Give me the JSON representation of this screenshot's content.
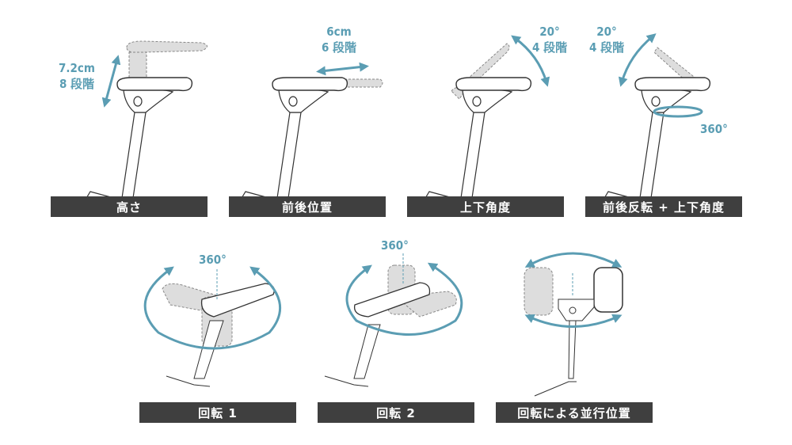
{
  "accent_color": "#5b9db3",
  "label_bar_color": "#3f3f3f",
  "panels": [
    {
      "label": "高さ",
      "notes": [
        "7.2cm",
        "8 段階"
      ]
    },
    {
      "label": "前後位置",
      "notes": [
        "6cm",
        "6 段階"
      ]
    },
    {
      "label": "上下角度",
      "notes": [
        "20°",
        "4 段階"
      ]
    },
    {
      "label": "前後反転 + 上下角度",
      "notes": [
        "20°",
        "4 段階",
        "360°"
      ]
    },
    {
      "label": "回転 1",
      "notes": [
        "360°"
      ]
    },
    {
      "label": "回転 2",
      "notes": [
        "360°"
      ]
    },
    {
      "label": "回転による並行位置",
      "notes": []
    }
  ]
}
